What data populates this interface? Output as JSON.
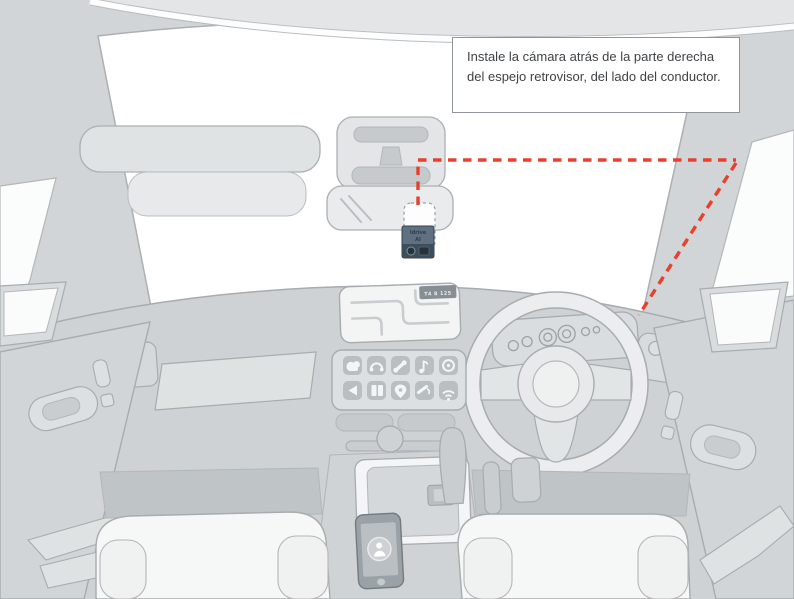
{
  "callout": {
    "text": "Instale la cámara atrás de la parte derecha del espejo retrovisor, del lado del conductor."
  },
  "device": {
    "brand_line1": "Idrive",
    "brand_line2": "AI"
  },
  "nav_screen": {
    "badge_text": "T4 8 125"
  },
  "icons": {
    "media_buttons_row1": [
      "cloud-icon",
      "headset-icon",
      "phone-icon",
      "music-note-icon",
      "disc-icon"
    ],
    "media_buttons_row2": [
      "back-arrow-icon",
      "contacts-icon",
      "location-pin-icon",
      "call-hold-icon",
      "wifi-icon"
    ],
    "phone_screen": "user-lock-icon"
  },
  "colors": {
    "accent_red": "#E8402C",
    "cabin_gray": "#D2D5D7",
    "panel_light": "#E3E5E6",
    "panel_mid": "#C6CACC",
    "button_gray": "#B9BEC1",
    "device_top": "#5F7080",
    "device_bottom": "#3D4D59",
    "outline": "#A6ACAF",
    "white": "#FFFFFF"
  }
}
